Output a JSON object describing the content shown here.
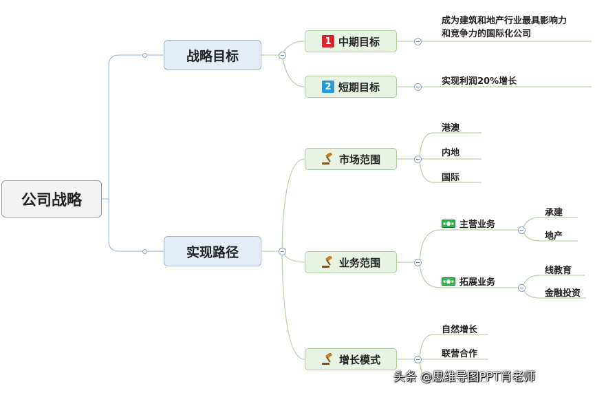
{
  "root": {
    "label": "公司战略"
  },
  "branches": [
    {
      "label": "战略目标",
      "children": [
        {
          "badge": "1",
          "label": "中期目标",
          "leaves": [
            {
              "lines": [
                "成为建筑和地产行业最具影响力",
                "和竞争力的国际化公司"
              ]
            }
          ]
        },
        {
          "badge": "2",
          "label": "短期目标",
          "leaves": [
            {
              "lines": [
                "实现利润20%增长"
              ]
            }
          ]
        }
      ]
    },
    {
      "label": "实现路径",
      "children": [
        {
          "icon": "gavel-icon",
          "label": "市场范围",
          "leaves": [
            {
              "lines": [
                "港澳"
              ]
            },
            {
              "lines": [
                "内地"
              ]
            },
            {
              "lines": [
                "国际"
              ]
            }
          ]
        },
        {
          "icon": "gavel-icon",
          "label": "业务范围",
          "groups": [
            {
              "icon": "money-icon",
              "label": "主营业务",
              "leaves": [
                "承建",
                "地产"
              ]
            },
            {
              "icon": "money-icon",
              "label": "拓展业务",
              "leaves": [
                "线教育",
                "金融投资"
              ]
            }
          ]
        },
        {
          "icon": "gavel-icon",
          "label": "增长模式",
          "leaves": [
            {
              "lines": [
                "自然增长"
              ]
            },
            {
              "lines": [
                "联营合作"
              ]
            }
          ]
        }
      ]
    }
  ],
  "colors": {
    "line_main": "#a9c0dc",
    "line_sub": "#b9d3ad",
    "badge_red": "#d8252c",
    "badge_blue": "#2a9ad6"
  },
  "watermark": "头条 @思维导图PPT肖老师"
}
